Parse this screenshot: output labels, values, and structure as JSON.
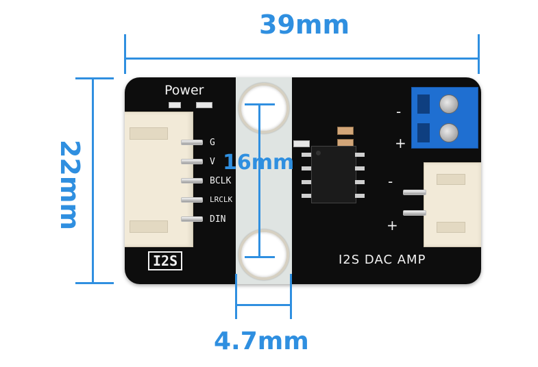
{
  "dimensions": {
    "width_label": "39mm",
    "height_label": "22mm",
    "hole_spacing_label": "16mm",
    "strip_width_label": "4.7mm"
  },
  "board": {
    "power_label": "Power",
    "pin_labels": [
      "G",
      "V",
      "BCLK",
      "LRCLK",
      "DIN"
    ],
    "interface_label": "I2S",
    "product_label": "I2S DAC AMP",
    "terminal_minus": "-",
    "terminal_plus": "+",
    "speaker_minus": "-",
    "speaker_plus": "+"
  },
  "colors": {
    "dimension": "#2f8fe0",
    "board": "#0d0d0d",
    "terminal": "#1f6fd1",
    "connector": "#f2ead8"
  }
}
